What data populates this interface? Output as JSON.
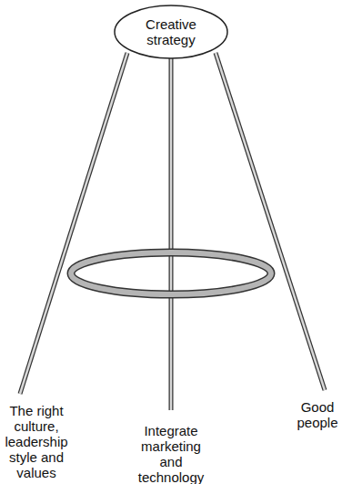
{
  "diagram": {
    "nodes": [
      {
        "text": [
          "Creative strategy"
        ]
      }
    ],
    "labels": [
      "The right culture, leadership style and values",
      "Integrate marketing and technology",
      "Good people"
    ]
  }
}
